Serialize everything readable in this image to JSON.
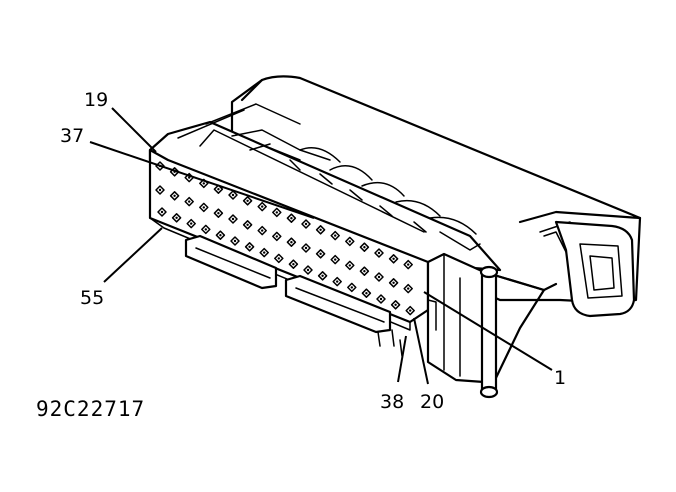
{
  "figure_code": "92C22717",
  "callouts": {
    "pin_19": "19",
    "pin_37": "37",
    "pin_55": "55",
    "pin_1": "1",
    "pin_38": "38",
    "pin_20": "20"
  },
  "colors": {
    "ink": "#000000",
    "paper": "#ffffff"
  }
}
